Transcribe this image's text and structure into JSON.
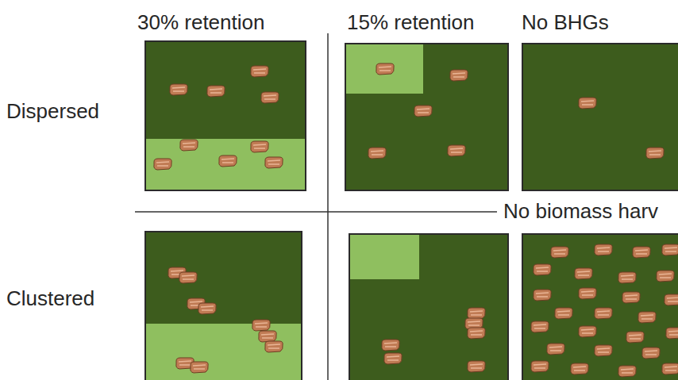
{
  "diagram": {
    "labels": [
      "30% retention",
      "15% retention",
      "No BHGs",
      "Dispersed",
      "Clustered",
      "No biomass harv"
    ]
  }
}
